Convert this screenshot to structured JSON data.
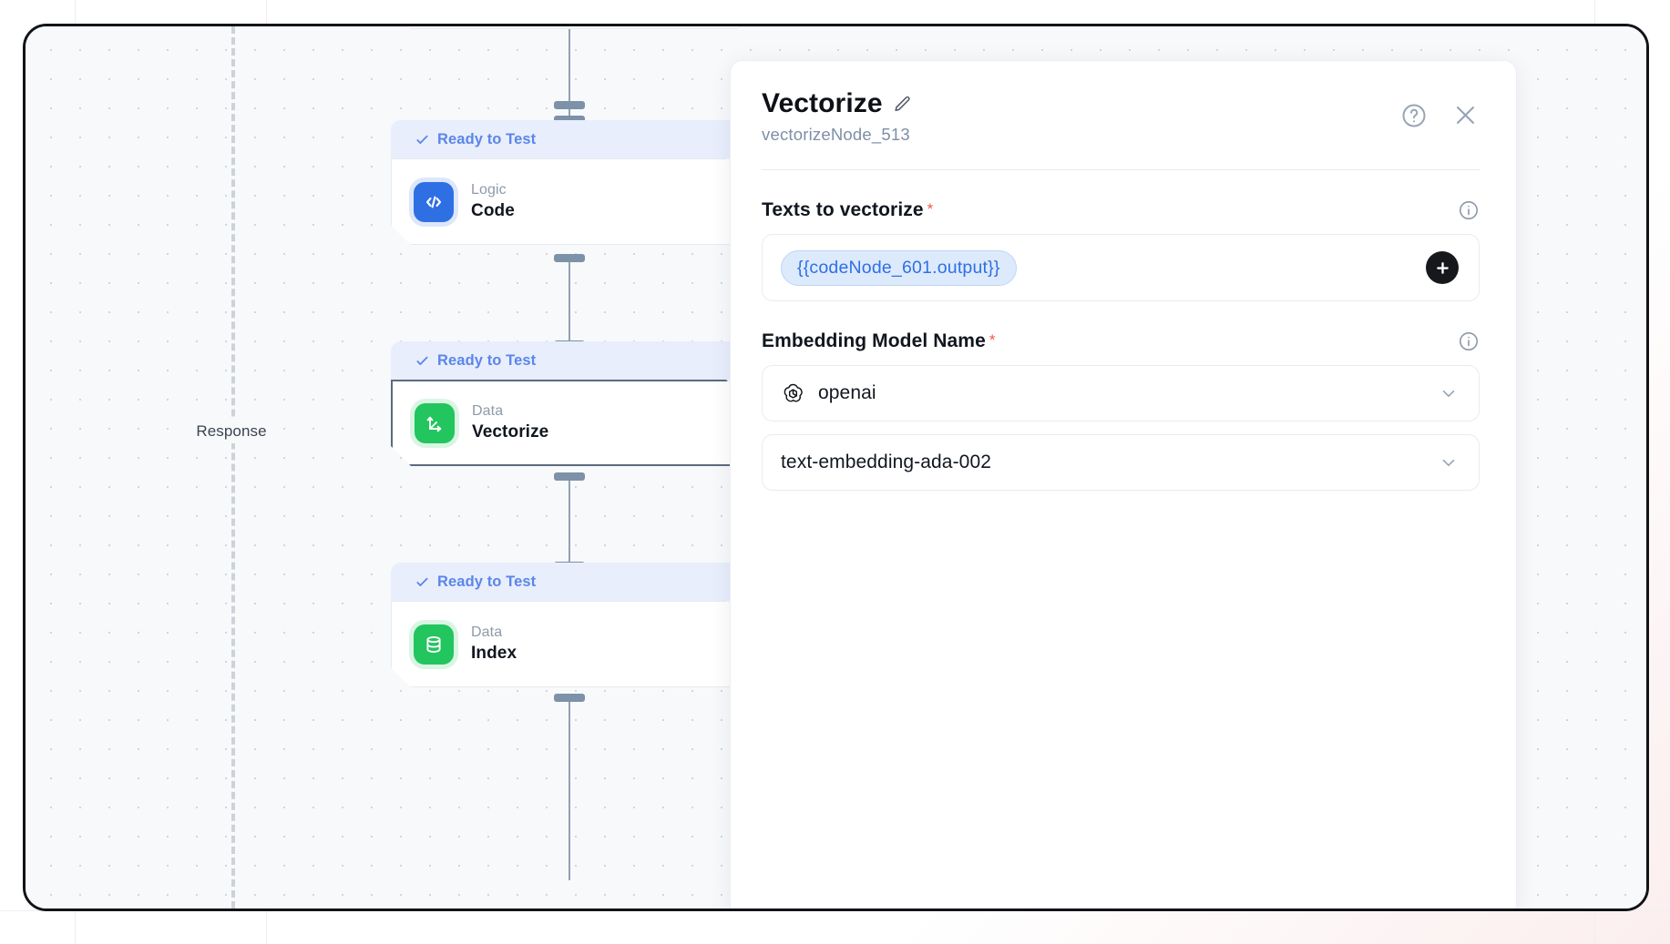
{
  "canvas": {
    "swimlane_label": "Response",
    "nodes": [
      {
        "id": "code",
        "status": "Ready to Test",
        "kind": "Logic",
        "title": "Code",
        "icon": "code-brackets-icon",
        "icon_color": "#2f6fe4",
        "selected": false
      },
      {
        "id": "vectorize",
        "status": "Ready to Test",
        "kind": "Data",
        "title": "Vectorize",
        "icon": "vector-axes-icon",
        "icon_color": "#22c55e",
        "selected": true
      },
      {
        "id": "index",
        "status": "Ready to Test",
        "kind": "Data",
        "title": "Index",
        "icon": "database-index-icon",
        "icon_color": "#22c55e",
        "selected": false
      }
    ]
  },
  "panel": {
    "title": "Vectorize",
    "node_id": "vectorizeNode_513",
    "edit_icon": "pencil-icon",
    "help_icon": "help-circle-icon",
    "close_icon": "close-icon",
    "fields": [
      {
        "label": "Texts to vectorize",
        "required": true,
        "required_marker": "*",
        "info_icon": "info-icon",
        "tokens": [
          "{{codeNode_601.output}}"
        ],
        "add_icon": "plus-icon"
      },
      {
        "label": "Embedding Model Name",
        "required": true,
        "required_marker": "*",
        "info_icon": "info-icon",
        "selects": [
          {
            "name": "provider",
            "value": "openai",
            "brand_icon": "openai-logo-icon",
            "chevron_icon": "chevron-down-icon"
          },
          {
            "name": "model",
            "value": "text-embedding-ada-002",
            "brand_icon": null,
            "chevron_icon": "chevron-down-icon"
          }
        ]
      }
    ]
  },
  "colors": {
    "accent_blue": "#5b86e8",
    "token_blue": "#2f6fe4",
    "required_red": "#f05a3c",
    "green": "#22c55e",
    "badge_bg": "#e8eefc"
  }
}
